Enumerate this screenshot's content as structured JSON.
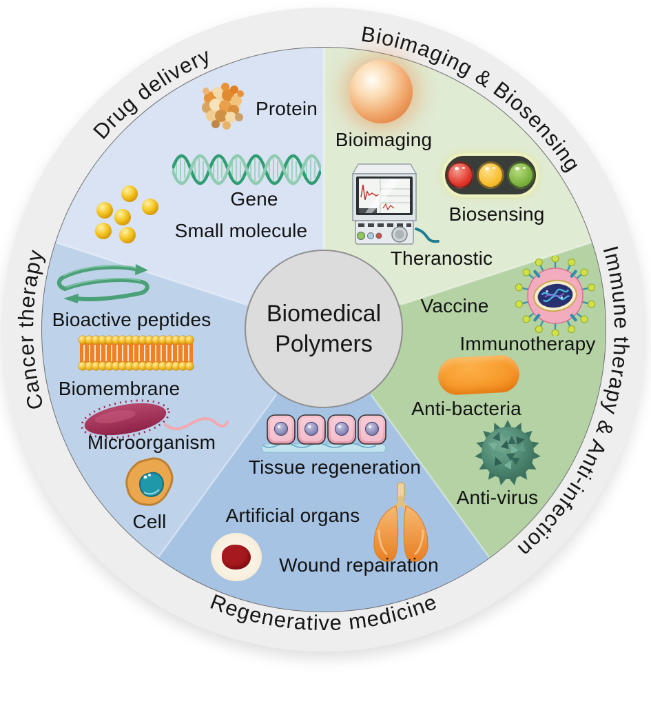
{
  "figure": {
    "center": {
      "label": "Biomedical Polymers"
    },
    "arc_labels": {
      "drug_delivery": "Drug delivery",
      "bioimaging_biosensing": "Bioimaging & Biosensing",
      "immune_anti_infection": "Immune therapy & Anti-infection",
      "regenerative_medicine": "Regenerative medicine",
      "cancer_therapy": "Cancer therapy"
    },
    "items": {
      "protein": "Protein",
      "gene": "Gene",
      "small_molecule": "Small molecule",
      "bioimaging": "Bioimaging",
      "biosensing": "Biosensing",
      "theranostic": "Theranostic",
      "vaccine": "Vaccine",
      "immunotherapy": "Immunotherapy",
      "anti_bacteria": "Anti-bacteria",
      "anti_virus": "Anti-virus",
      "tissue_regeneration": "Tissue regeneration",
      "artificial_organs": "Artificial organs",
      "wound_repairation": "Wound repairation",
      "bioactive_peptides": "Bioactive peptides",
      "biomembrane": "Biomembrane",
      "microorganism": "Microorganism",
      "cell": "Cell"
    },
    "colors": {
      "ring": "#eeeeee",
      "center_circle": "#dcdcdc",
      "sector_drug_delivery": "#d9e3f4",
      "sector_bioimaging_biosensing": "#e0ebd3",
      "sector_immune_anti_infection": "#b4d2a4",
      "sector_regenerative_medicine": "#a7c3e3",
      "sector_cancer_therapy": "#bed2ea"
    }
  }
}
